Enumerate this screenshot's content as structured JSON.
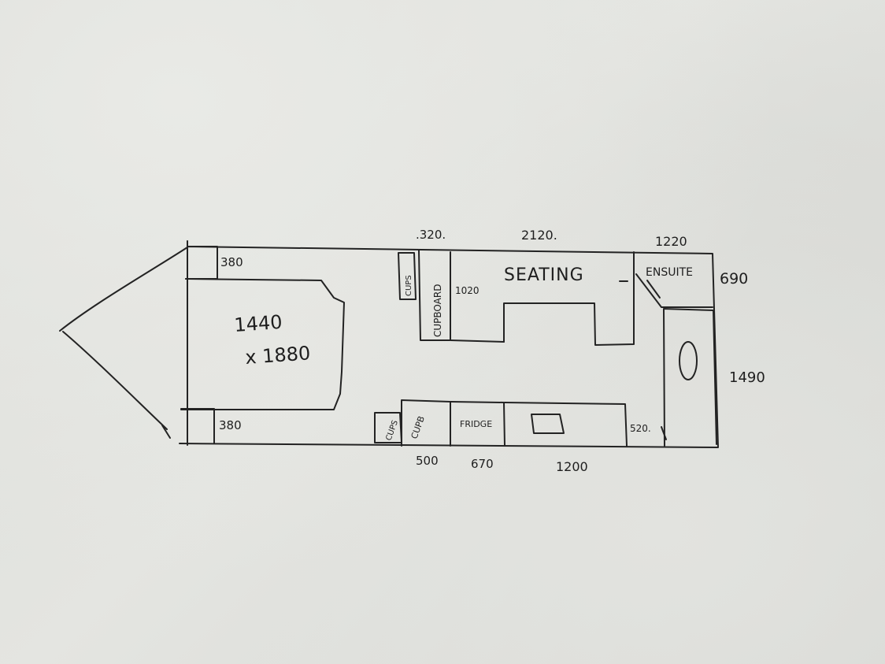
{
  "bed": {
    "width": "1440",
    "length": "x 1880"
  },
  "measures": {
    "front_top": "380",
    "front_bottom": "380",
    "top_cupboard_width": ".320.",
    "top_seating_width": "2120.",
    "top_ensuite_width": "1220",
    "ensuite_depth": "690",
    "shower_length": "1490",
    "cupboard_depth": "1020",
    "bottom_cupb_width": "500",
    "fridge_width": "670",
    "bench_width": "1200",
    "end_gap": "520."
  },
  "labels": {
    "seating": "SEATING",
    "ensuite": "ENSUITE",
    "cupboard": "CUPBOARD",
    "cups_top": "CUPS",
    "cups_bottom": "CUPS",
    "cupb_bottom": "CUPB",
    "fridge": "FRIDGE"
  }
}
